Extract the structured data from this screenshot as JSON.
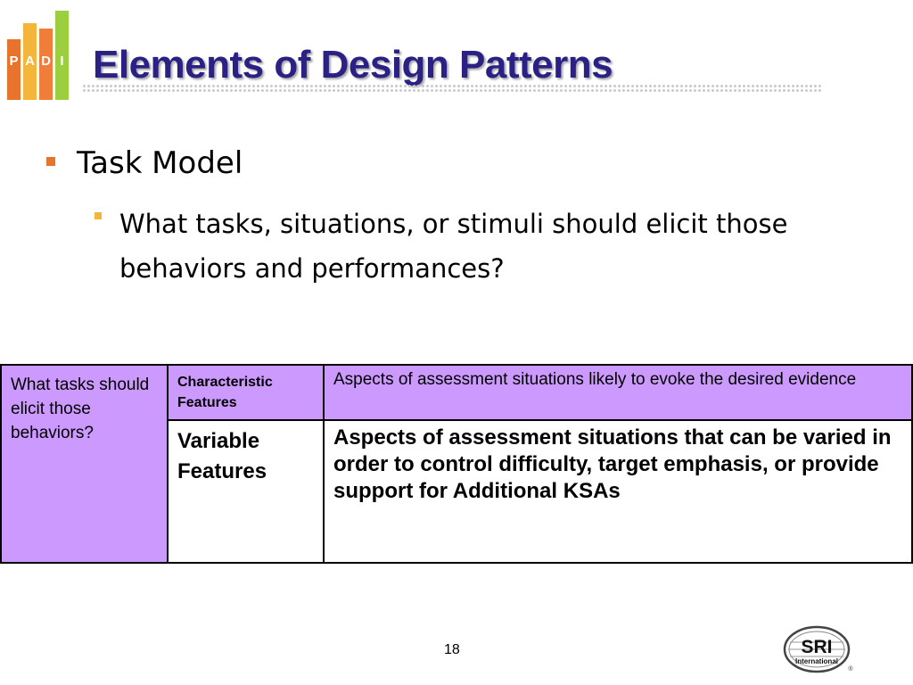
{
  "logo": {
    "letters": [
      "P",
      "A",
      "D",
      "I"
    ]
  },
  "title": "Elements of Design Patterns",
  "bullets": {
    "level1": "Task Model",
    "level2": "What tasks, situations, or stimuli should elicit those behaviors and performances?"
  },
  "table": {
    "row_header": "What tasks should elicit those behaviors?",
    "rows": [
      {
        "label": "Characteristic Features",
        "description": "Aspects of assessment situations likely to evoke the desired evidence"
      },
      {
        "label": "Variable Features",
        "description": "Aspects of assessment situations that can be varied in order to control difficulty, target emphasis, or provide support for Additional KSAs"
      }
    ]
  },
  "footer": {
    "page_number": "18",
    "sri_logo": {
      "main": "SRI",
      "sub": "International",
      "mark": "®"
    }
  },
  "colors": {
    "title": "#2b2185",
    "table_highlight": "#cc99ff",
    "bullet1": "#e8732c",
    "bullet2": "#f4b63a"
  }
}
